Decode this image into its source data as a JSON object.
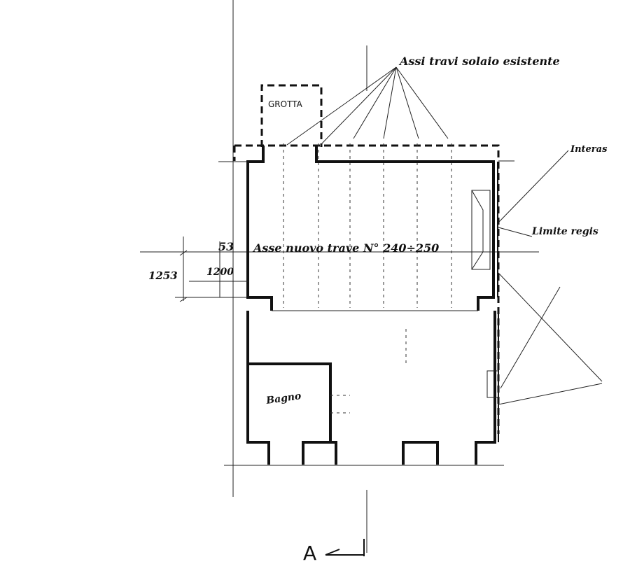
{
  "labels": {
    "beams": "Assi travi solaio esistente",
    "grotta": "GROTTA",
    "interasse": "Interas",
    "limite": "Limite regis",
    "new_beam_prefix": "53",
    "new_beam": "Asse nuovo trave N° 240÷250",
    "dim_outer": "1253",
    "dim_inner": "1200",
    "bagno": "Bagno",
    "section": "A"
  }
}
